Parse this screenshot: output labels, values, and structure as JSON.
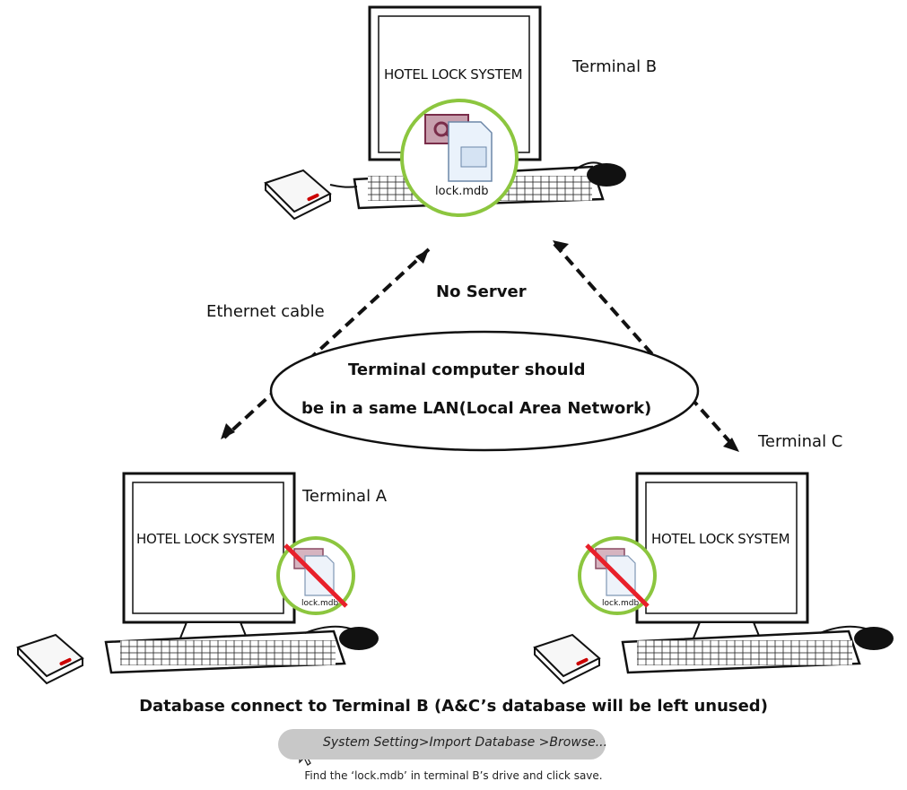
{
  "terminals": {
    "b": {
      "label": "Terminal B",
      "screen_text": "HOTEL LOCK SYSTEM",
      "file_name": "lock.mdb"
    },
    "a": {
      "label": "Terminal A",
      "screen_text": "HOTEL LOCK SYSTEM",
      "file_name": "lock.mdb"
    },
    "c": {
      "label": "Terminal C",
      "screen_text": "HOTEL LOCK SYSTEM",
      "file_name": "lock.mdb"
    }
  },
  "network": {
    "cable_label": "Ethernet cable",
    "no_server": "No Server",
    "lan_line1": "Terminal computer should",
    "lan_line2": "be in a same LAN(Local Area Network)"
  },
  "caption": "Database connect to Terminal B  (A&C’s database will be left unused)",
  "instruction": {
    "menu_path": "System Setting>Import  Database >Browse...",
    "footnote": "Find the ‘lock.mdb’ in terminal B’s drive and click save."
  },
  "colors": {
    "circle": "#8cc63f",
    "forbid": "#e8202a",
    "access": "#a4375a",
    "pill": "#c8c8c8"
  }
}
